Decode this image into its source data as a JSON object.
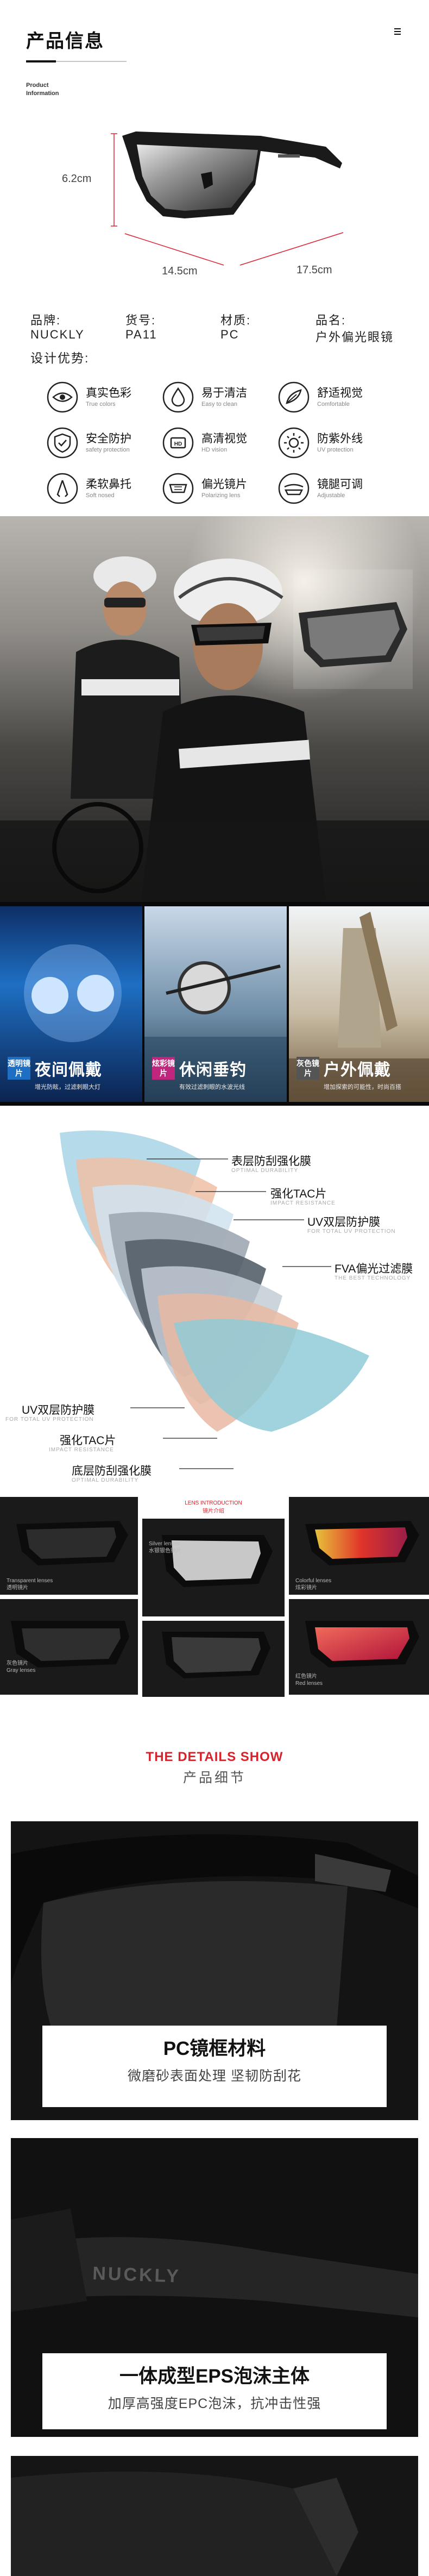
{
  "product_info": {
    "title": "产品信息",
    "subtitle_line1": "Product",
    "subtitle_line2": "Information",
    "dimensions": {
      "height": "6.2cm",
      "width_front": "14.5cm",
      "width_side": "17.5cm"
    },
    "specs": [
      {
        "label": "品牌:",
        "value": "NUCKLY"
      },
      {
        "label": "货号:",
        "value": "PA11"
      },
      {
        "label": "材质:",
        "value": "PC"
      },
      {
        "label": "品名:",
        "value": "户外偏光眼镜"
      }
    ],
    "advantages_title": "设计优势:",
    "features": [
      {
        "cn": "真实色彩",
        "en": "True colors",
        "icon": "eye-icon"
      },
      {
        "cn": "易于清洁",
        "en": "Easy to clean",
        "icon": "water-drop-icon"
      },
      {
        "cn": "舒适视觉",
        "en": "Comfortable",
        "icon": "comfort-icon"
      },
      {
        "cn": "安全防护",
        "en": "safety protection",
        "icon": "shield-check-icon"
      },
      {
        "cn": "高清视觉",
        "en": "HD vision",
        "icon": "hd-icon"
      },
      {
        "cn": "防紫外线",
        "en": "UV protection",
        "icon": "sun-uv-icon"
      },
      {
        "cn": "柔软鼻托",
        "en": "Soft nosed",
        "icon": "nose-pad-icon"
      },
      {
        "cn": "偏光镜片",
        "en": "Polarizing lens",
        "icon": "polarized-lens-icon"
      },
      {
        "cn": "镜腿可调",
        "en": "Adjustable",
        "icon": "adjustable-temple-icon"
      }
    ]
  },
  "scenes": [
    {
      "badge": "透明镜片",
      "name": "夜间佩戴",
      "desc": "增光防眩，过滤刺眼大灯",
      "color": "#1e6fc4"
    },
    {
      "badge": "炫彩镜片",
      "name": "休闲垂钓",
      "desc": "有效过滤刺眼的水波光线",
      "color": "#c0267e"
    },
    {
      "badge": "灰色镜片",
      "name": "户外佩戴",
      "desc": "增加探索的可能性，时尚百搭",
      "color": "#555555"
    }
  ],
  "lens_layers": [
    {
      "cn": "表层防刮强化膜",
      "en": "OPTIMAL DURABILITY"
    },
    {
      "cn": "强化TAC片",
      "en": "IMPACT RESISTANCE"
    },
    {
      "cn": "UV双层防护膜",
      "en": "FOR TOTAL UV PROTECTION"
    },
    {
      "cn": "FVA偏光过滤膜",
      "en": "THE BEST TECHNOLOGY"
    },
    {
      "cn": "UV双层防护膜",
      "en": "FOR TOTAL UV PROTECTION"
    },
    {
      "cn": "强化TAC片",
      "en": "IMPACT RESISTANCE"
    },
    {
      "cn": "底层防刮强化膜",
      "en": "OPTIMAL DURABILITY"
    }
  ],
  "variants": {
    "center_head_line1": "LENS INTRODUCTION",
    "center_head_line2": "镜片介绍",
    "cards": [
      {
        "line1": "Transparent lenses",
        "line2": "透明镜片"
      },
      {
        "line1": "Silver lenses",
        "line2": "水银银色镜片"
      },
      {
        "line1": "Colorful lenses",
        "line2": "炫彩镜片"
      },
      {
        "line1": "灰色镜片",
        "line2": "Gray lenses"
      },
      {
        "line1": "",
        "line2": ""
      },
      {
        "line1": "红色镜片",
        "line2": "Red lenses"
      }
    ]
  },
  "details_header": {
    "en": "THE DETAILS SHOW",
    "cn": "产品细节"
  },
  "details": [
    {
      "title": "PC镜框材料",
      "subtitle": "微磨砂表面处理 坚韧防刮花"
    },
    {
      "title": "一体成型EPS泡沫主体",
      "subtitle": "加厚高强度EPC泡沫，抗冲击性强"
    }
  ],
  "brand_mark": "NUCKLY",
  "colors": {
    "accent_red": "#d4232a",
    "dark_panel": "#161616"
  }
}
